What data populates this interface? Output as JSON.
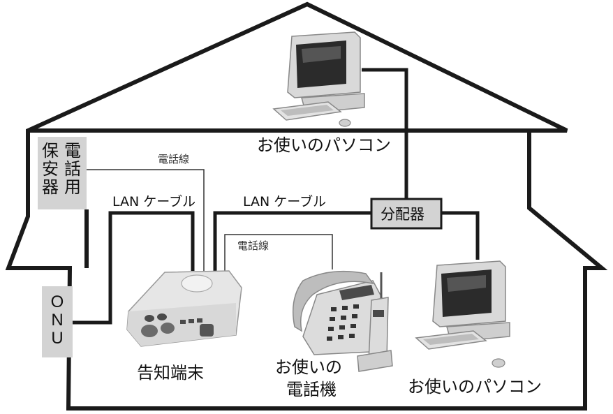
{
  "labels": {
    "protector_col1": "保安器",
    "protector_col2": "電話用",
    "onu": "ONU",
    "splitter": "分配器",
    "phone_line_top": "電話線",
    "phone_line_mid": "電話線",
    "lan_cable_left": "LAN ケーブル",
    "lan_cable_right": "LAN ケーブル",
    "pc_top": "お使いのパソコン",
    "pc_right": "お使いのパソコン",
    "terminal": "告知端末",
    "phone_line1": "お使いの",
    "phone_line2": "電話機"
  },
  "colors": {
    "line": "#1a1a1a",
    "box_fill": "#d3d3d3",
    "device_light": "#e6e6e6",
    "device_mid": "#bdbdbd",
    "device_dark": "#4a4a4a",
    "screen": "#2b2b2b"
  },
  "icons": [
    "pc-icon",
    "terminal-icon",
    "telephone-icon",
    "cordless-handset-icon"
  ]
}
